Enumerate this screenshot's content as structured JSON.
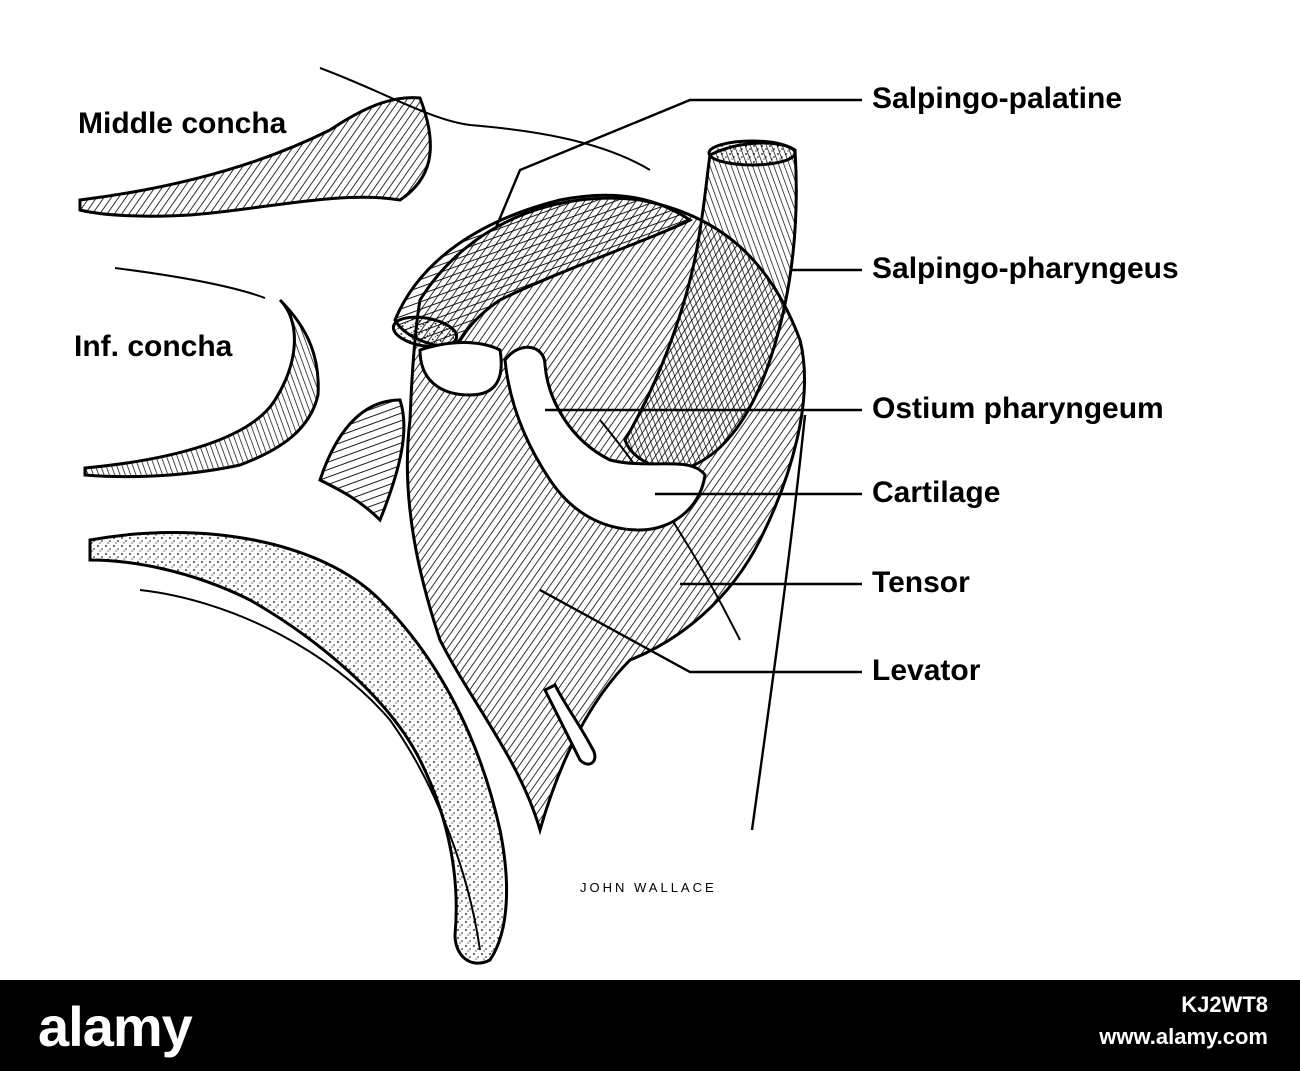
{
  "labels": {
    "middle_concha": "Middle concha",
    "inf_concha": "Inf. concha",
    "salpingo_palatine": "Salpingo-palatine",
    "salpingo_pharyngeus": "Salpingo-pharyngeus",
    "ostium_pharyngeum": "Ostium pharyngeum",
    "cartilage": "Cartilage",
    "tensor": "Tensor",
    "levator": "Levator"
  },
  "signature": "JOHN WALLACE",
  "footer": {
    "brand": "alamy",
    "image_id": "KJ2WT8",
    "site": "www.alamy.com"
  },
  "colors": {
    "ink": "#000000",
    "paper": "#ffffff",
    "footer_bg": "#000000"
  }
}
